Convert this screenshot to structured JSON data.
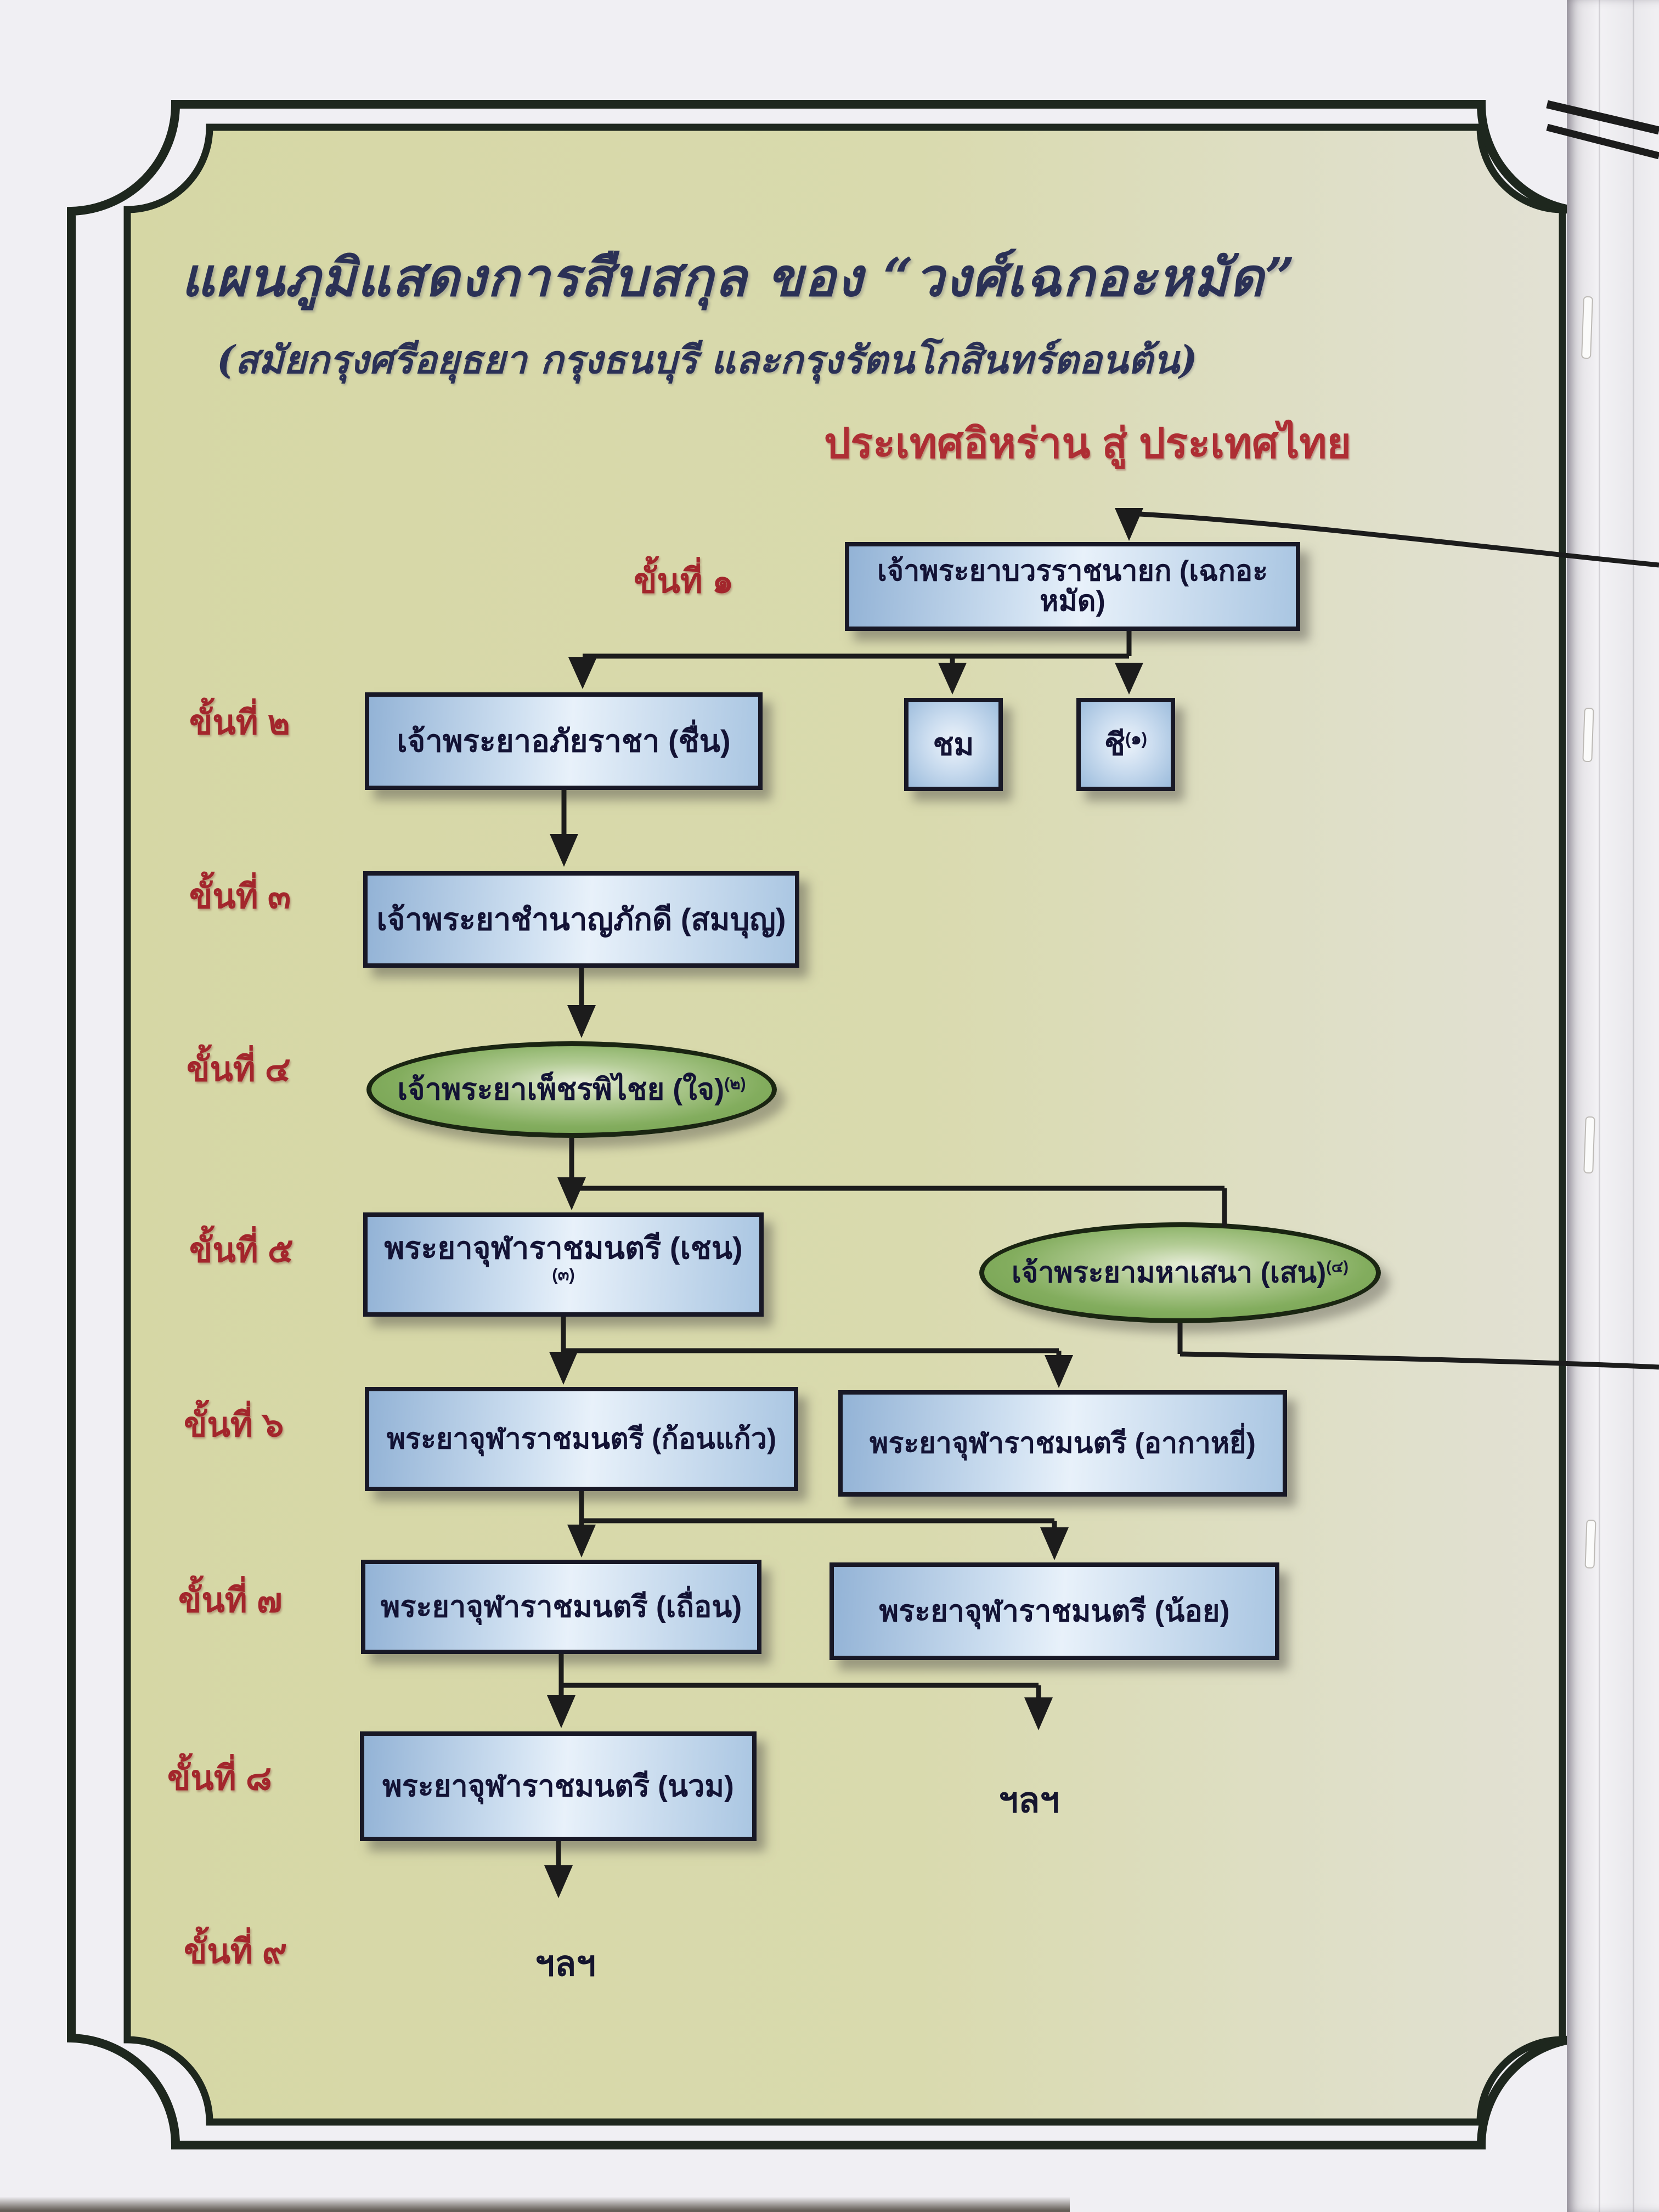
{
  "page": {
    "title": "แผนภูมิแสดงการสืบสกุล ของ “วงศ์เฉกอะหมัด”",
    "subtitle": "(สมัยกรุงศรีอยุธยา กรุงธนบุรี และกรุงรัตนโกสินทร์ตอนต้น)",
    "route_heading": "ประเทศอิหร่าน สู่ ประเทศไทย"
  },
  "level_labels": [
    "ขั้นที่ ๑",
    "ขั้นที่ ๒",
    "ขั้นที่ ๓",
    "ขั้นที่ ๔",
    "ขั้นที่ ๕",
    "ขั้นที่ ๖",
    "ขั้นที่ ๗",
    "ขั้นที่ ๘",
    "ขั้นที่ ๙"
  ],
  "nodes": {
    "gen1": {
      "text": "เจ้าพระยาบวรราชนายก (เฉกอะหมัด)",
      "sup": ""
    },
    "gen2_main": {
      "text": "เจ้าพระยาอภัยราชา (ชื่น)",
      "sup": ""
    },
    "gen2_chom": {
      "text": "ชม",
      "sup": ""
    },
    "gen2_chi": {
      "text": "ชี",
      "sup": "(๑)"
    },
    "gen3": {
      "text": "เจ้าพระยาชำนาญภักดี (สมบุญ)",
      "sup": ""
    },
    "gen4": {
      "text": "เจ้าพระยาเพ็ชรพิไชย (ใจ)",
      "sup": "(๒)"
    },
    "gen5_main": {
      "text": "พระยาจุฬาราชมนตรี (เชน)",
      "sup": "(๓)"
    },
    "gen5_mahasena": {
      "text": "เจ้าพระยามหาเสนา (เสน)",
      "sup": "(๔)"
    },
    "gen6_left": {
      "text": "พระยาจุฬาราชมนตรี (ก้อนแก้ว)",
      "sup": ""
    },
    "gen6_right": {
      "text": "พระยาจุฬาราชมนตรี (อากาหยี่)",
      "sup": ""
    },
    "gen7_left": {
      "text": "พระยาจุฬาราชมนตรี (เถื่อน)",
      "sup": ""
    },
    "gen7_right": {
      "text": "พระยาจุฬาราชมนตรี (น้อย)",
      "sup": ""
    },
    "gen8": {
      "text": "พระยาจุฬาราชมนตรี (นวม)",
      "sup": ""
    },
    "gen8_etc": "ฯลฯ",
    "gen9_etc": "ฯลฯ"
  },
  "colors": {
    "chart_background": "#d6d7a5",
    "box_fill": "#aac6e2",
    "box_border": "#181826",
    "ellipse_fill": "#7ba757",
    "level_label_red": "#a3262c",
    "heading_red": "#ae2e34",
    "title_ink": "#2b3156",
    "line_ink": "#1c1c1c"
  }
}
